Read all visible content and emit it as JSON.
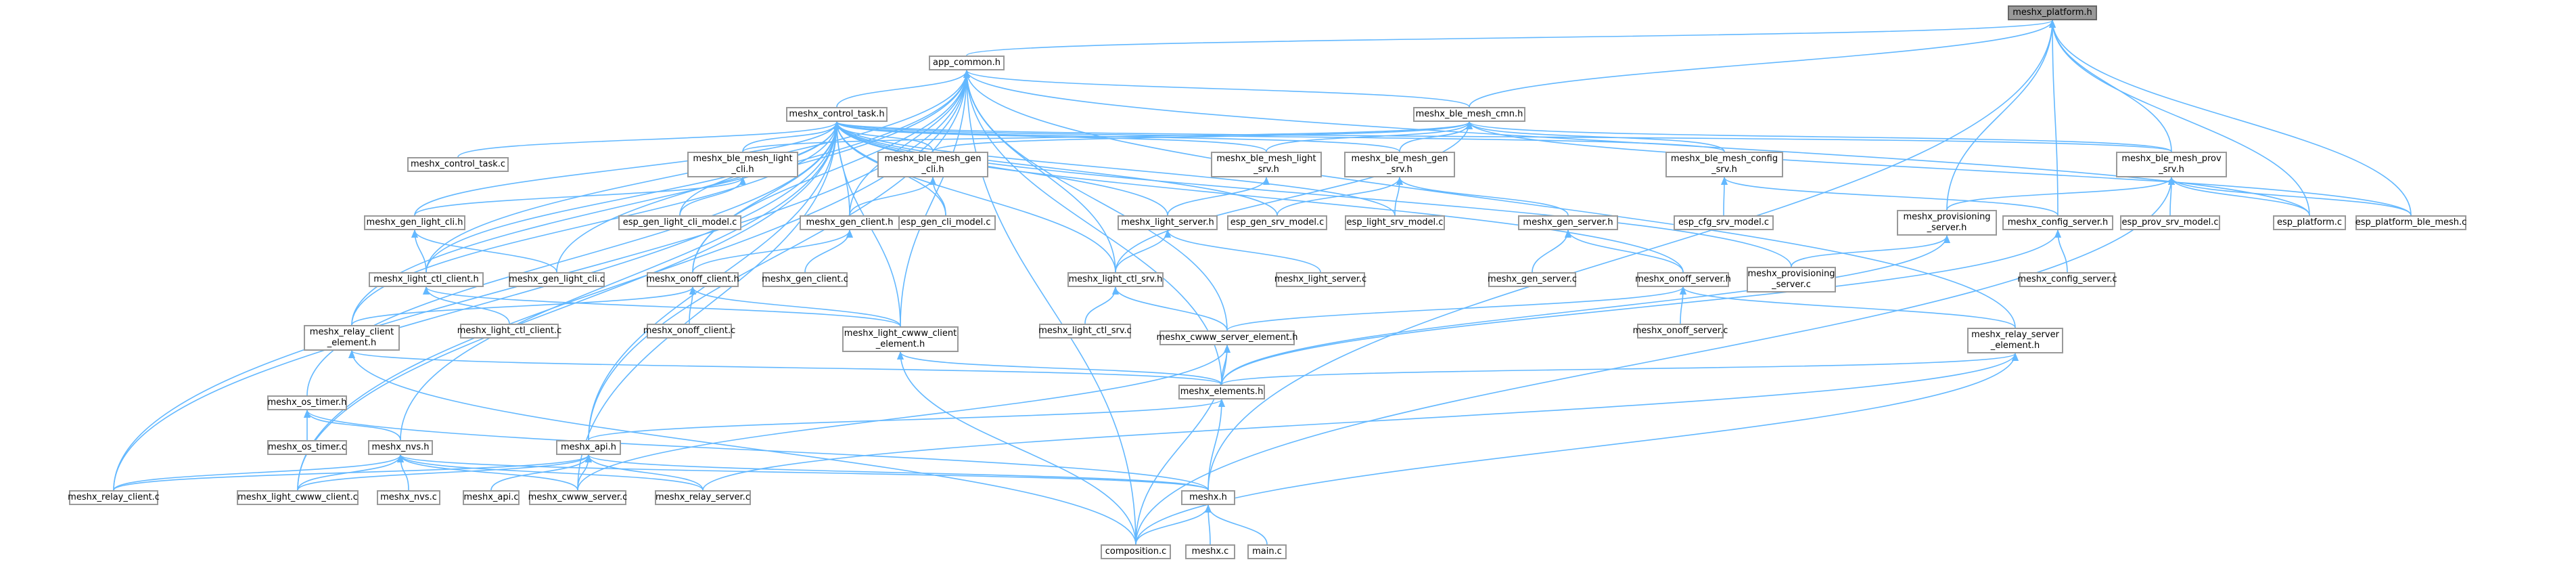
{
  "diagram": {
    "edge_color": "#63b8ff",
    "node_border_color": "#999999",
    "root_fill_color": "#999999",
    "nodes": [
      {
        "id": "platform",
        "lines": [
          "meshx_platform.h"
        ]
      },
      {
        "id": "app_common",
        "lines": [
          "app_common.h"
        ]
      },
      {
        "id": "control_task",
        "lines": [
          "meshx_control_task.h"
        ]
      },
      {
        "id": "ble_cmn",
        "lines": [
          "meshx_ble_mesh_cmn.h"
        ]
      },
      {
        "id": "control_task_c",
        "lines": [
          "meshx_control_task.c"
        ]
      },
      {
        "id": "light_cli_h",
        "lines": [
          "meshx_ble_mesh_light",
          "_cli.h"
        ]
      },
      {
        "id": "gen_cli_h",
        "lines": [
          "meshx_ble_mesh_gen",
          "_cli.h"
        ]
      },
      {
        "id": "light_srv_h",
        "lines": [
          "meshx_ble_mesh_light",
          "_srv.h"
        ]
      },
      {
        "id": "gen_srv_h",
        "lines": [
          "meshx_ble_mesh_gen",
          "_srv.h"
        ]
      },
      {
        "id": "config_srv_h",
        "lines": [
          "meshx_ble_mesh_config",
          "_srv.h"
        ]
      },
      {
        "id": "prov_srv_h",
        "lines": [
          "meshx_ble_mesh_prov",
          "_srv.h"
        ]
      },
      {
        "id": "esp_light_cli_c",
        "lines": [
          "esp_gen_light_cli_model.c"
        ]
      },
      {
        "id": "esp_gen_cli_c",
        "lines": [
          "esp_gen_cli_model.c"
        ]
      },
      {
        "id": "gen_light_cli_h",
        "lines": [
          "meshx_gen_light_cli.h"
        ]
      },
      {
        "id": "gen_client_h",
        "lines": [
          "meshx_gen_client.h"
        ]
      },
      {
        "id": "light_server_h",
        "lines": [
          "meshx_light_server.h"
        ]
      },
      {
        "id": "esp_gen_srv_c",
        "lines": [
          "esp_gen_srv_model.c"
        ]
      },
      {
        "id": "esp_light_srv_c",
        "lines": [
          "esp_light_srv_model.c"
        ]
      },
      {
        "id": "gen_server_h",
        "lines": [
          "meshx_gen_server.h"
        ]
      },
      {
        "id": "esp_cfg_srv_c",
        "lines": [
          "esp_cfg_srv_model.c"
        ]
      },
      {
        "id": "prov_server_h",
        "lines": [
          "meshx_provisioning",
          "_server.h"
        ]
      },
      {
        "id": "config_server_h",
        "lines": [
          "meshx_config_server.h"
        ]
      },
      {
        "id": "esp_prov_srv_c",
        "lines": [
          "esp_prov_srv_model.c"
        ]
      },
      {
        "id": "esp_platform_c",
        "lines": [
          "esp_platform.c"
        ]
      },
      {
        "id": "esp_ble_mesh_c",
        "lines": [
          "esp_platform_ble_mesh.c"
        ]
      },
      {
        "id": "light_ctl_client_h",
        "lines": [
          "meshx_light_ctl_client.h"
        ]
      },
      {
        "id": "gen_light_cli_c",
        "lines": [
          "meshx_gen_light_cli.c"
        ]
      },
      {
        "id": "gen_client_c",
        "lines": [
          "meshx_gen_client.c"
        ]
      },
      {
        "id": "onoff_client_h",
        "lines": [
          "meshx_onoff_client.h"
        ]
      },
      {
        "id": "light_ctl_srv_h",
        "lines": [
          "meshx_light_ctl_srv.h"
        ]
      },
      {
        "id": "light_server_c",
        "lines": [
          "meshx_light_server.c"
        ]
      },
      {
        "id": "gen_server_c",
        "lines": [
          "meshx_gen_server.c"
        ]
      },
      {
        "id": "onoff_server_h",
        "lines": [
          "meshx_onoff_server.h"
        ]
      },
      {
        "id": "prov_server_c",
        "lines": [
          "meshx_provisioning",
          "_server.c"
        ]
      },
      {
        "id": "config_server_c",
        "lines": [
          "meshx_config_server.c"
        ]
      },
      {
        "id": "relay_client_elem_h",
        "lines": [
          "meshx_relay_client",
          "_element.h"
        ]
      },
      {
        "id": "light_ctl_client_c",
        "lines": [
          "meshx_light_ctl_client.c"
        ]
      },
      {
        "id": "onoff_client_c",
        "lines": [
          "meshx_onoff_client.c"
        ]
      },
      {
        "id": "cwww_client_elem_h",
        "lines": [
          "meshx_light_cwww_client",
          "_element.h"
        ]
      },
      {
        "id": "light_ctl_srv_c",
        "lines": [
          "meshx_light_ctl_srv.c"
        ]
      },
      {
        "id": "cwww_server_elem_h",
        "lines": [
          "meshx_cwww_server_element.h"
        ]
      },
      {
        "id": "onoff_server_c",
        "lines": [
          "meshx_onoff_server.c"
        ]
      },
      {
        "id": "relay_server_elem_h",
        "lines": [
          "meshx_relay_server",
          "_element.h"
        ]
      },
      {
        "id": "os_timer_h",
        "lines": [
          "meshx_os_timer.h"
        ]
      },
      {
        "id": "elements_h",
        "lines": [
          "meshx_elements.h"
        ]
      },
      {
        "id": "os_timer_c",
        "lines": [
          "meshx_os_timer.c"
        ]
      },
      {
        "id": "nvs_h",
        "lines": [
          "meshx_nvs.h"
        ]
      },
      {
        "id": "api_h",
        "lines": [
          "meshx_api.h"
        ]
      },
      {
        "id": "relay_client_c",
        "lines": [
          "meshx_relay_client.c"
        ]
      },
      {
        "id": "cwww_client_c",
        "lines": [
          "meshx_light_cwww_client.c"
        ]
      },
      {
        "id": "nvs_c",
        "lines": [
          "meshx_nvs.c"
        ]
      },
      {
        "id": "api_c",
        "lines": [
          "meshx_api.c"
        ]
      },
      {
        "id": "cwww_server_c",
        "lines": [
          "meshx_cwww_server.c"
        ]
      },
      {
        "id": "relay_server_c",
        "lines": [
          "meshx_relay_server.c"
        ]
      },
      {
        "id": "meshx_h",
        "lines": [
          "meshx.h"
        ]
      },
      {
        "id": "composition_c",
        "lines": [
          "composition.c"
        ]
      },
      {
        "id": "meshx_c",
        "lines": [
          "meshx.c"
        ]
      },
      {
        "id": "main_c",
        "lines": [
          "main.c"
        ]
      }
    ]
  }
}
